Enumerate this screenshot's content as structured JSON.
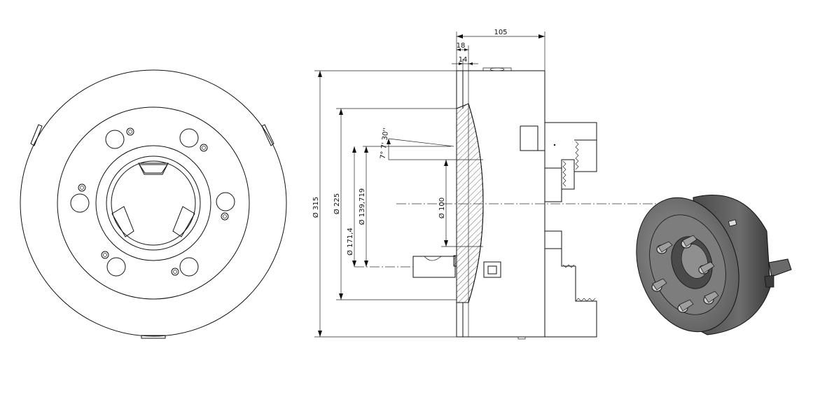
{
  "dimensions": {
    "overall_length": "105",
    "flange_width": "18",
    "flange_inner": "14",
    "diameter_315": "Ø 315",
    "diameter_225": "Ø 225",
    "diameter_171": "Ø 171,4",
    "diameter_139": "Ø 139,719",
    "diameter_100": "Ø 100",
    "taper_angle": "7° 7' 30''"
  },
  "colors": {
    "line": "#111111",
    "body_dark": "#5a5a5a",
    "body_light": "#8a8a8a"
  }
}
